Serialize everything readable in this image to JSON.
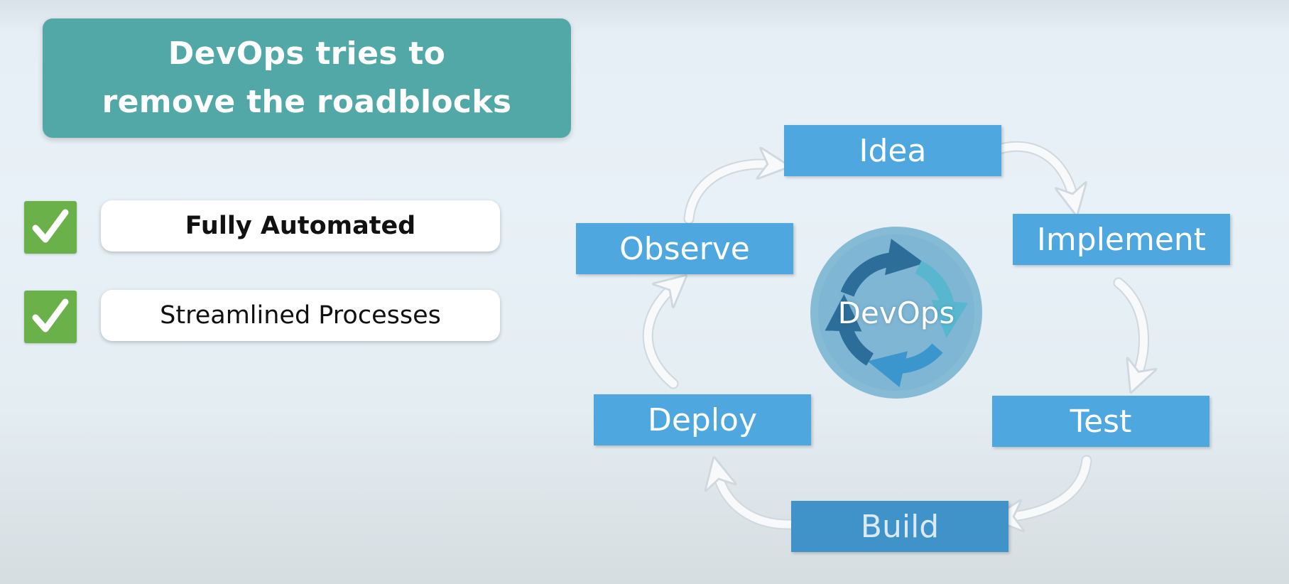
{
  "title": "DevOps tries to\nremove the roadblocks",
  "checklist": [
    {
      "label": "Fully Automated",
      "checked": true,
      "emphasis": "bold"
    },
    {
      "label": "Streamlined Processes",
      "checked": true,
      "emphasis": "normal"
    }
  ],
  "cycle": {
    "center_label": "DevOps",
    "stages": [
      "Idea",
      "Implement",
      "Test",
      "Build",
      "Deploy",
      "Observe"
    ]
  },
  "colors": {
    "title_card": "#52a8a6",
    "check": "#6bb14a",
    "stage_box": "#4ea8df",
    "stage_box_build": "#3f93c9",
    "center_circle": "#7fb6d3"
  },
  "icons": {
    "check": "check-mark-icon",
    "cycle": "circular-arrows-icon"
  }
}
